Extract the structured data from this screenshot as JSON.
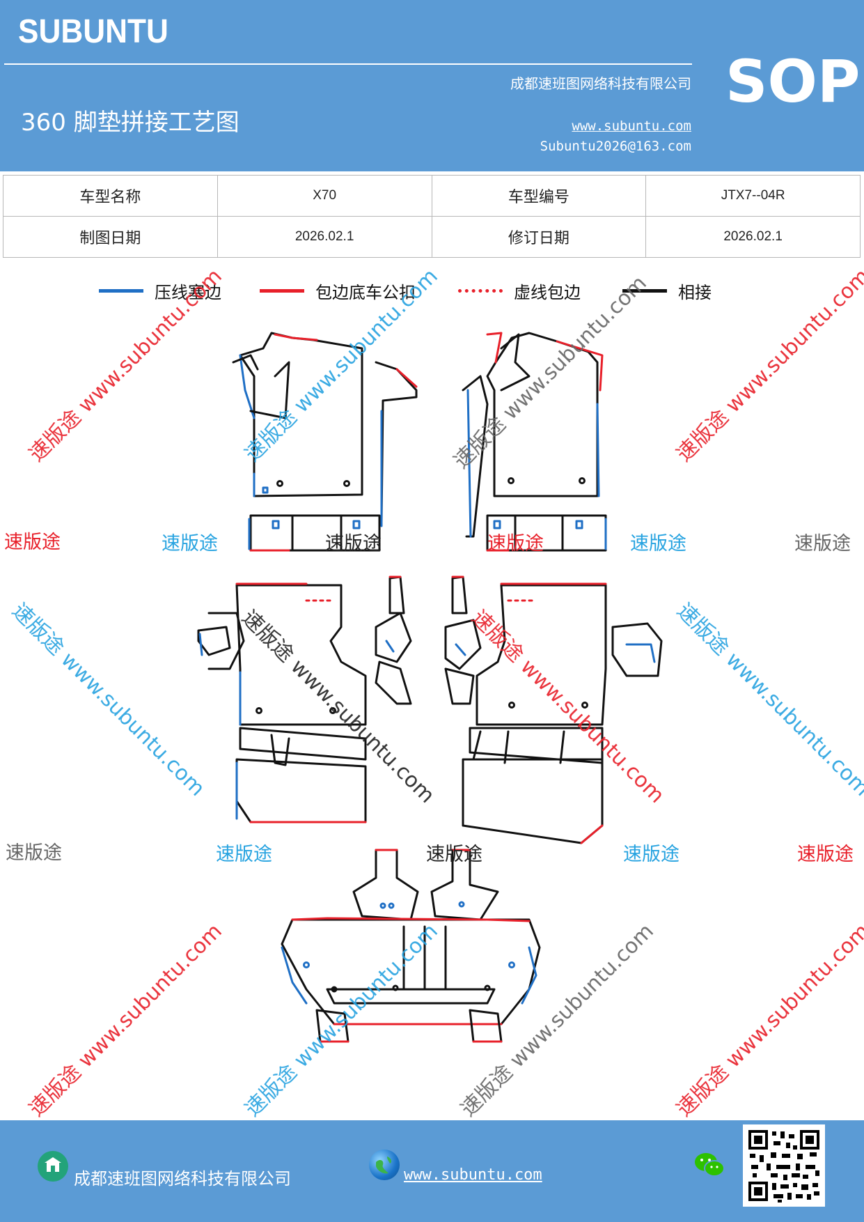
{
  "header": {
    "brand": "SUBUNTU",
    "badge": "SOP",
    "company": "成都速班图网络科技有限公司",
    "title": "360 脚垫拼接工艺图",
    "website": "www.subuntu.com",
    "email": "Subuntu2026@163.com"
  },
  "info_table": {
    "model_name_label": "车型名称",
    "model_name": "X70",
    "model_code_label": "车型编号",
    "model_code": "JTX7--04R",
    "draw_date_label": "制图日期",
    "draw_date": "2026.02.1",
    "revise_date_label": "修订日期",
    "revise_date": "2026.02.1"
  },
  "legend": [
    {
      "label": "压线塞边",
      "color": "#1f6fc5",
      "style": "solid"
    },
    {
      "label": "包边底车公扣",
      "color": "#e8202a",
      "style": "solid"
    },
    {
      "label": "虚线包边",
      "color": "#e8202a",
      "style": "dotted"
    },
    {
      "label": "相接",
      "color": "#111111",
      "style": "solid"
    }
  ],
  "watermark": {
    "label": "速版途",
    "diagonal": "速版途 www.subuntu.com",
    "colors": {
      "red": "#e8202a",
      "blue": "#27a3e0",
      "gray": "#666666",
      "black": "#222222"
    }
  },
  "footer": {
    "company": "成都速班图网络科技有限公司",
    "website": "www.subuntu.com",
    "icons": [
      "company-icon",
      "globe-icon",
      "wechat-icon",
      "qr-code"
    ]
  }
}
